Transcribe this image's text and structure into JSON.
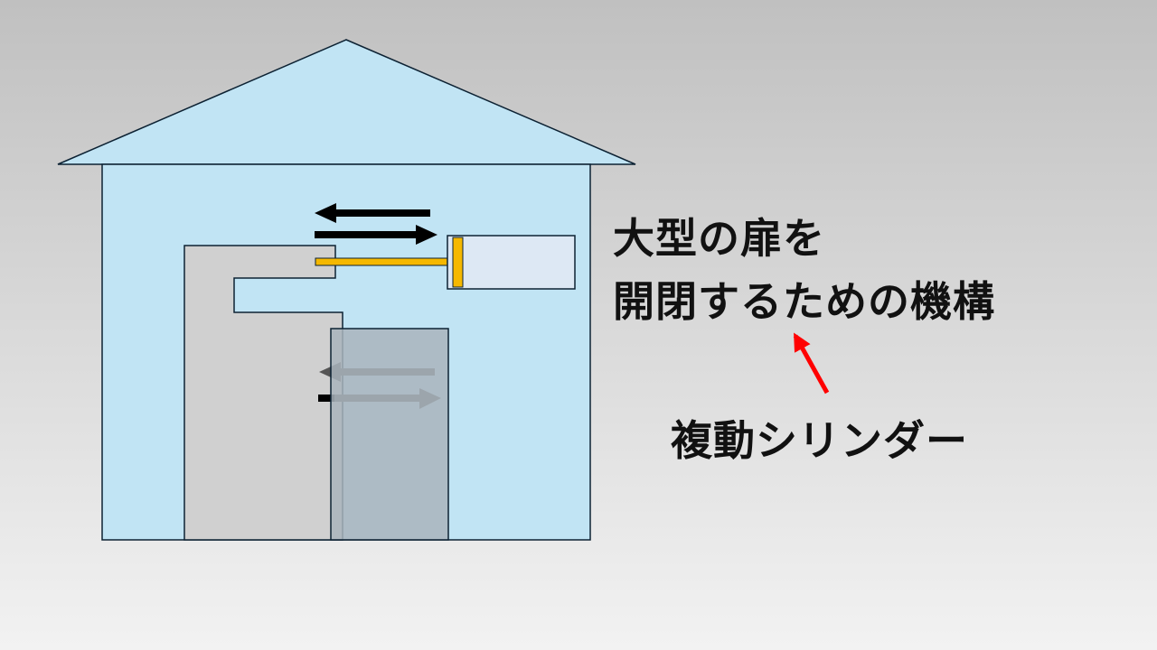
{
  "title": {
    "line1": "大型の扉を",
    "line2": "開閉するための機構"
  },
  "label": "複動シリンダー",
  "colors": {
    "house": "#c1e4f4",
    "outline": "#0d2233",
    "door": "#d0d0d0",
    "door_open": "#a9b4bc",
    "piston": "#f5b800",
    "cylinder": "#dde8f4",
    "pointer": "#ff0000"
  }
}
